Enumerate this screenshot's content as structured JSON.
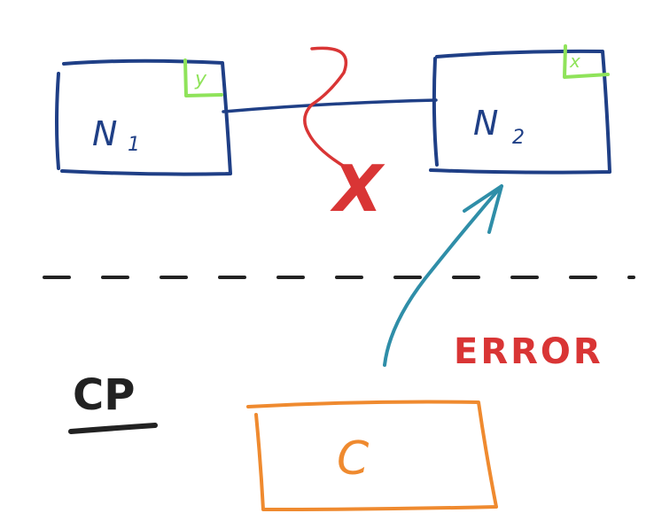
{
  "nodes": {
    "n1": {
      "label": "N",
      "subscript": "1",
      "tag": "y"
    },
    "n2": {
      "label": "N",
      "subscript": "2",
      "tag": "x"
    },
    "c": {
      "label": "C"
    }
  },
  "partition": {
    "mark": "X"
  },
  "section_label": "CP",
  "error_label": "ERROR",
  "colors": {
    "node_stroke": "#1f3f86",
    "tag_green": "#8fe35a",
    "partition_red": "#d93535",
    "error_red": "#d93535",
    "arrow_teal": "#2f8ea8",
    "c_orange": "#ef8a2f",
    "ink": "#222222"
  }
}
